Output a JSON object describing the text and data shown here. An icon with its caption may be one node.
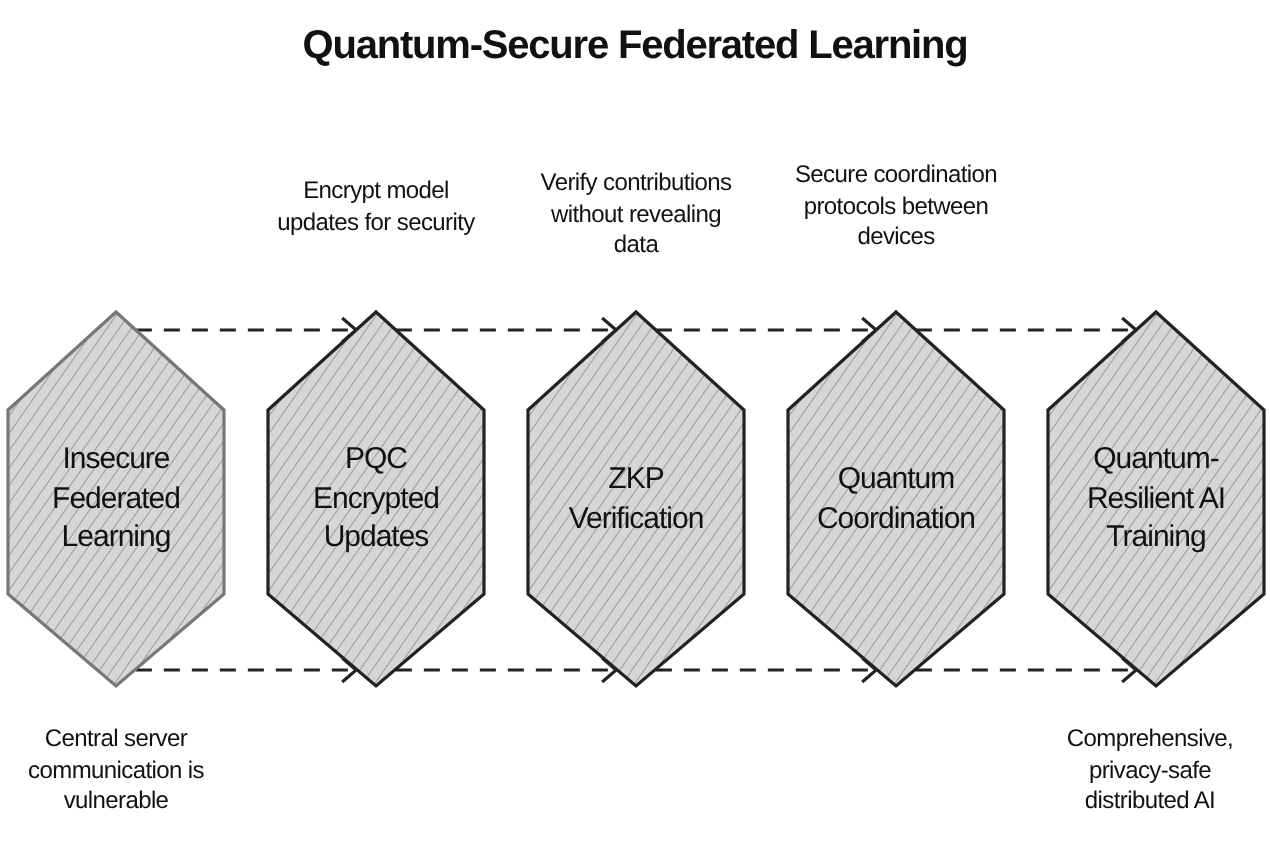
{
  "diagram": {
    "title": "Quantum-Secure Federated Learning",
    "nodes": [
      {
        "text": [
          "Insecure Federated Learning"
        ],
        "beside": [
          "Central server communication is vulnerable"
        ]
      },
      {
        "text": [
          "PQC Encrypted Updates"
        ],
        "beside": [
          "Encrypt model updates for security"
        ]
      },
      {
        "text": [
          "ZKP Verification"
        ],
        "beside": [
          "Verify contributions without revealing data"
        ]
      },
      {
        "text": [
          "Quantum Coordination"
        ],
        "beside": [
          "Secure coordination protocols between devices"
        ]
      },
      {
        "text": [
          "Quantum-Resilient AI Training"
        ],
        "beside": [
          "Comprehensive, privacy-safe distributed AI"
        ]
      }
    ],
    "edges": [
      {
        "from": 0,
        "to": 1,
        "arrow": "to",
        "style": "dashed"
      },
      {
        "from": 1,
        "to": 2,
        "arrow": "to",
        "style": "dashed"
      },
      {
        "from": 2,
        "to": 3,
        "arrow": "to",
        "style": "dashed"
      },
      {
        "from": 3,
        "to": 4,
        "arrow": "to",
        "style": "dashed"
      },
      {
        "from": 0,
        "to": 1,
        "arrow": "to",
        "style": "dashed"
      },
      {
        "from": 1,
        "to": 2,
        "arrow": "to",
        "style": "dashed"
      },
      {
        "from": 2,
        "to": 3,
        "arrow": "to",
        "style": "dashed"
      },
      {
        "from": 3,
        "to": 4,
        "arrow": "to",
        "style": "dashed"
      }
    ]
  }
}
